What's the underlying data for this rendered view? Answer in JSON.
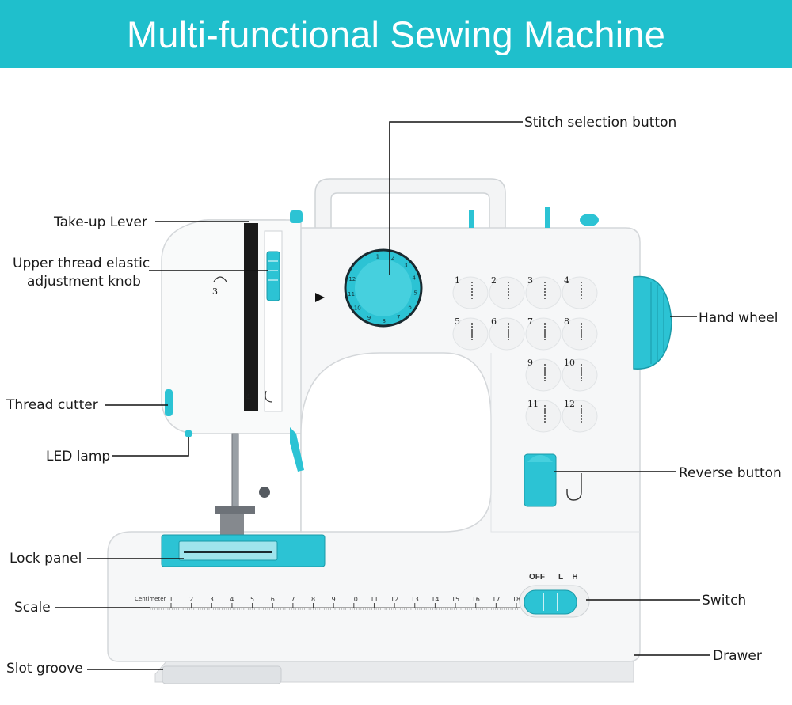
{
  "title": "Multi-functional Sewing Machine",
  "colors": {
    "banner": "#1fbfcc",
    "accent": "#2cc3d4",
    "body": "#f6f7f8",
    "outline": "#d9dcdf"
  },
  "callouts": {
    "stitch_selection_button": "Stitch selection button",
    "take_up_lever": "Take-up Lever",
    "upper_thread_knob_line1": "Upper thread elastic",
    "upper_thread_knob_line2": "adjustment knob",
    "hand_wheel": "Hand wheel",
    "thread_cutter": "Thread cutter",
    "led_lamp": "LED lamp",
    "reverse_button": "Reverse button",
    "lock_panel": "Lock panel",
    "switch": "Switch",
    "scale": "Scale",
    "drawer": "Drawer",
    "slot_groove": "Slot groove"
  },
  "machine": {
    "stitch_numbers": [
      "1",
      "2",
      "3",
      "4",
      "5",
      "6",
      "7",
      "8",
      "9",
      "10",
      "11",
      "12"
    ],
    "dial_numbers": [
      "1",
      "2",
      "3",
      "4",
      "5",
      "6",
      "7",
      "8",
      "9",
      "10",
      "11",
      "12"
    ],
    "switch_labels": [
      "OFF",
      "L",
      "H"
    ],
    "scale_unit": "Centimeter",
    "scale_ticks": [
      "1",
      "2",
      "3",
      "4",
      "5",
      "6",
      "7",
      "8",
      "9",
      "10",
      "11",
      "12",
      "13",
      "14",
      "15",
      "16",
      "17",
      "18"
    ],
    "tension_mark": "3",
    "needle_mark": "4"
  }
}
